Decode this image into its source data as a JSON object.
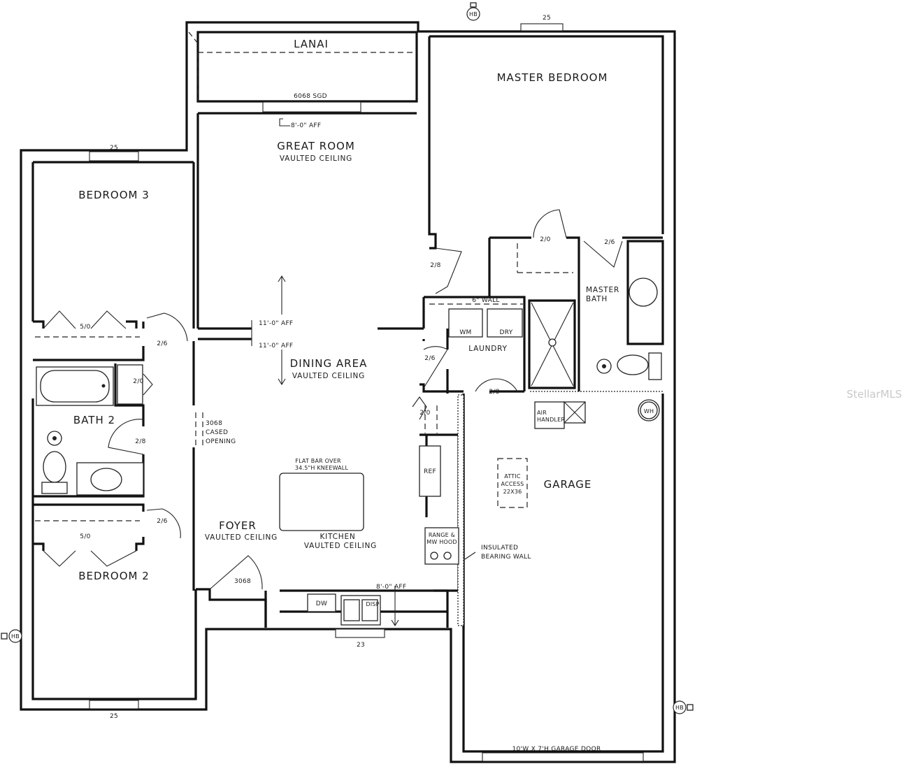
{
  "rooms": {
    "lanai": "LANAI",
    "master_bedroom": "MASTER BEDROOM",
    "great_room": "GREAT ROOM",
    "great_room_ceiling": "VAULTED CEILING",
    "bedroom3": "BEDROOM 3",
    "dining_area": "DINING AREA",
    "dining_ceiling": "VAULTED CEILING",
    "laundry": "LAUNDRY",
    "master_bath_line1": "MASTER",
    "master_bath_line2": "BATH",
    "bath2": "BATH 2",
    "garage": "GARAGE",
    "foyer": "FOYER",
    "foyer_ceiling": "VAULTED CEILING",
    "kitchen": "KITCHEN",
    "kitchen_ceiling": "VAULTED CEILING",
    "bedroom2": "BEDROOM 2"
  },
  "dims": {
    "top_right_window": "25",
    "bedroom3_window": "25",
    "bedroom2_window": "25",
    "kitchen_window": "23",
    "sgd": "6068 SGD",
    "sgd_aff": "8'-0\" AFF",
    "aff_upper": "11'-0\" AFF",
    "aff_lower": "11'-0\" AFF",
    "kitchen_aff": "8'-0\" AFF",
    "six_wall": "6\" WALL",
    "closet_5_0_upper": "5/0",
    "closet_5_0_lower": "5/0",
    "door_2_6_bed3": "2/6",
    "door_2_6_bed2": "2/6",
    "door_2_0_bath2": "2/0",
    "door_2_8_bath2": "2/8",
    "door_2_8_great": "2/8",
    "door_2_6_laundry": "2/6",
    "door_2_8_laundry": "2/8",
    "door_2_0_pantry": "2/0",
    "door_2_0_master_closet": "2/0",
    "door_2_6_master_bath": "2/6",
    "door_3068_front": "3068",
    "cased_line1": "3068",
    "cased_line2": "CASED",
    "cased_line3": "OPENING",
    "attic_line1": "ATTIC",
    "attic_line2": "ACCESS",
    "attic_line3": "22X36",
    "garage_door": "10'W X 7'H GARAGE DOOR",
    "insulated_line1": "INSULATED",
    "insulated_line2": "BEARING WALL",
    "flat_bar_line1": "FLAT BAR OVER",
    "flat_bar_line2": "34.5\"H KNEEWALL"
  },
  "fixtures": {
    "wm": "WM",
    "dry": "DRY",
    "ref": "REF",
    "range_line1": "RANGE &",
    "range_line2": "MW HOOD",
    "dw": "DW",
    "disp": "DISP",
    "air_handler_line1": "AIR",
    "air_handler_line2": "HANDLER",
    "wh": "WH",
    "hb": "HB"
  },
  "watermark": "StellarMLS"
}
